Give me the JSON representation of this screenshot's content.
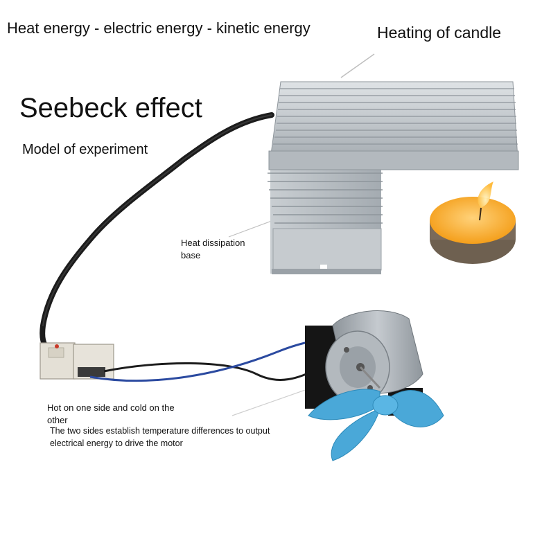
{
  "labels": {
    "energy_chain": "Heat energy - electric energy - kinetic energy",
    "candle_heating": "Heating of candle",
    "title": "Seebeck effect",
    "subtitle": "Model of experiment",
    "heat_dissipation": "Heat dissipation base",
    "hot_cold": "Hot on one side and cold on the other",
    "explanation": "The two sides establish temperature differences to output electrical energy to drive the motor"
  },
  "colors": {
    "aluminum": "#b9bec3",
    "fin_dark": "#8e959b",
    "candle_wax": "#f6a21c",
    "candle_base": "#7a6a5a",
    "flame": "#ffd24a",
    "wire_black": "#1c1c1c",
    "wire_blue": "#2b4aa0",
    "motor_body": "#a7adb2",
    "fan_blue": "#4aa8d8",
    "connector": "#e4e0d6"
  }
}
